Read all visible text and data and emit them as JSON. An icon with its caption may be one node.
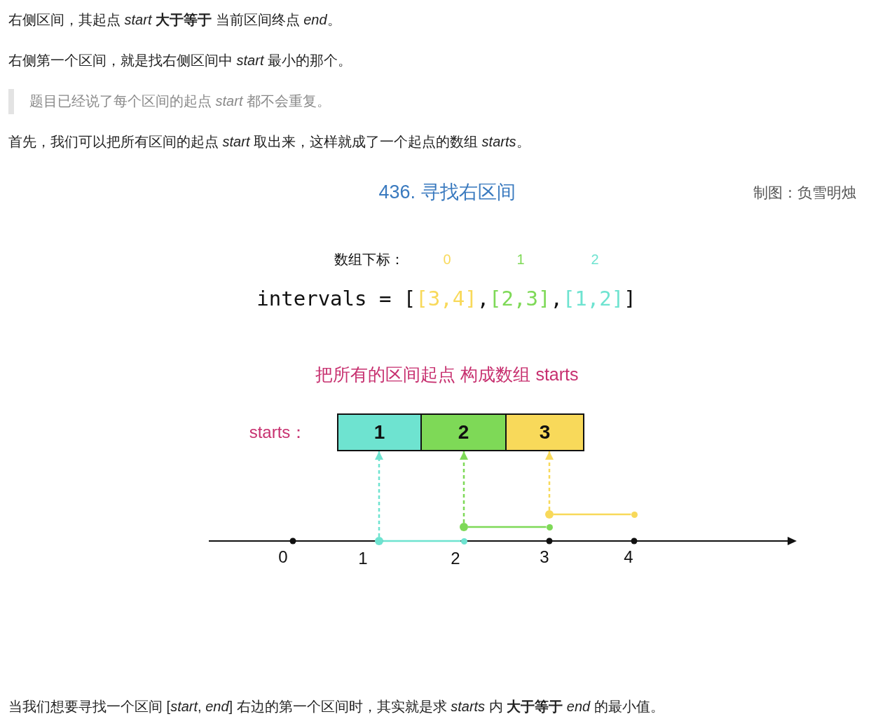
{
  "diagram": {
    "title": "436. 寻找右区间",
    "nodes": [
      {
        "text": [
          "1"
        ]
      },
      {
        "text": [
          "2"
        ]
      },
      {
        "text": [
          "3"
        ]
      },
      {
        "text": [],
        "shape": "circle"
      },
      {
        "text": [],
        "shape": "circle"
      },
      {
        "text": [],
        "shape": "circle"
      },
      {
        "text": [],
        "shape": "circle"
      },
      {
        "text": [],
        "shape": "circle"
      },
      {
        "text": [],
        "shape": "circle"
      }
    ],
    "edges": [
      {
        "from": 3,
        "to": 2,
        "arrow": "to",
        "style": "dashed",
        "color": "#f8d95a"
      },
      {
        "from": 5,
        "to": 1,
        "arrow": "to",
        "style": "dashed",
        "color": "#7ed957"
      },
      {
        "from": 7,
        "to": 0,
        "arrow": "to",
        "style": "dashed",
        "color": "#6ee3d0"
      },
      {
        "from": 3,
        "to": 4,
        "arrow": "none",
        "color": "#f8d95a"
      },
      {
        "from": 5,
        "to": 6,
        "arrow": "none",
        "color": "#7ed957"
      },
      {
        "from": 7,
        "to": 8,
        "arrow": "none",
        "color": "#6ee3d0"
      }
    ],
    "labels": [
      "右侧区间，其起点 *start* **大于等于** 当前区间终点 *end*。",
      "右侧第一个区间，就是找右侧区间中 *start* 最小的那个。",
      "题目已经说了每个区间的起点 *start* 都不会重复。",
      "首先，我们可以把所有区间的起点 *start* 取出来，这样就成了一个起点的数组 *starts*。",
      "制图：负雪明烛",
      "数组下标：",
      "0",
      "1",
      "2",
      "intervals = [[3,4],[2,3],[1,2]]",
      "把所有的区间起点 构成数组 starts",
      "starts：",
      "0",
      "1",
      "2",
      "3",
      "4",
      "当我们想要寻找一个区间 [*start*, *end*] 右边的第一个区间时，其实就是求 *starts* 内 **大于等于** *end* 的最小值。"
    ]
  }
}
